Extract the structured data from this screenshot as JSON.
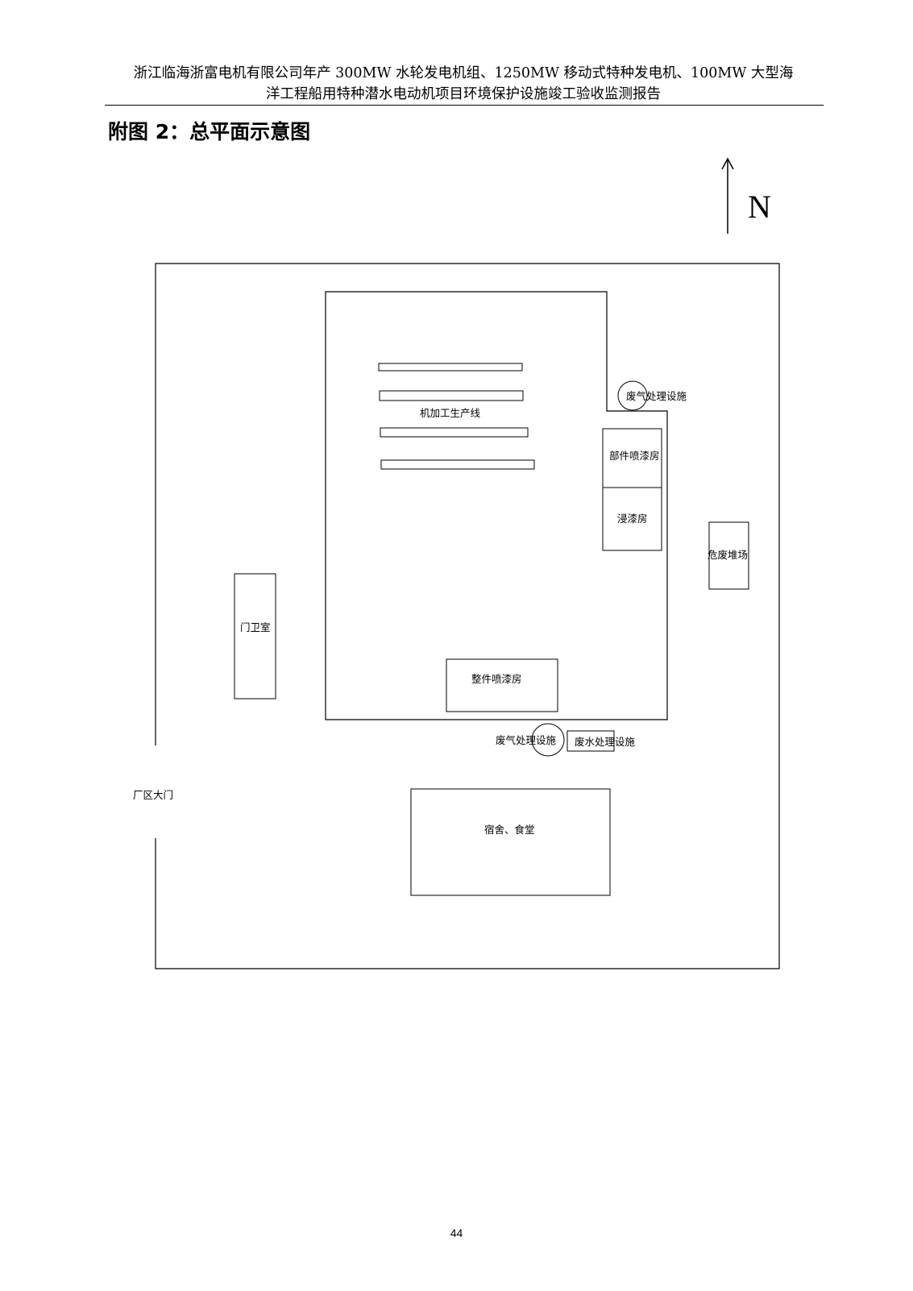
{
  "header": {
    "line1": "浙江临海浙富电机有限公司年产 300MW 水轮发电机组、1250MW 移动式特种发电机、100MW 大型海",
    "line2": "洋工程船用特种潜水电动机项目环境保护设施竣工验收监测报告"
  },
  "figure_title": "附图 2：总平面示意图",
  "north_label": "N",
  "plan": {
    "machining_line": "机加工生产线",
    "waste_gas_facility_1": "废气处理设施",
    "parts_spray_room": "部件喷漆房",
    "dip_paint_room": "浸漆房",
    "hazardous_waste_yard": "危废堆场",
    "guard_room": "门卫室",
    "whole_spray_room": "整件喷漆房",
    "waste_gas_facility_2": "废气处理设施",
    "wastewater_facility": "废水处理设施",
    "plant_gate": "厂区大门",
    "dormitory_canteen": "宿舍、食堂"
  },
  "page_number": "44"
}
